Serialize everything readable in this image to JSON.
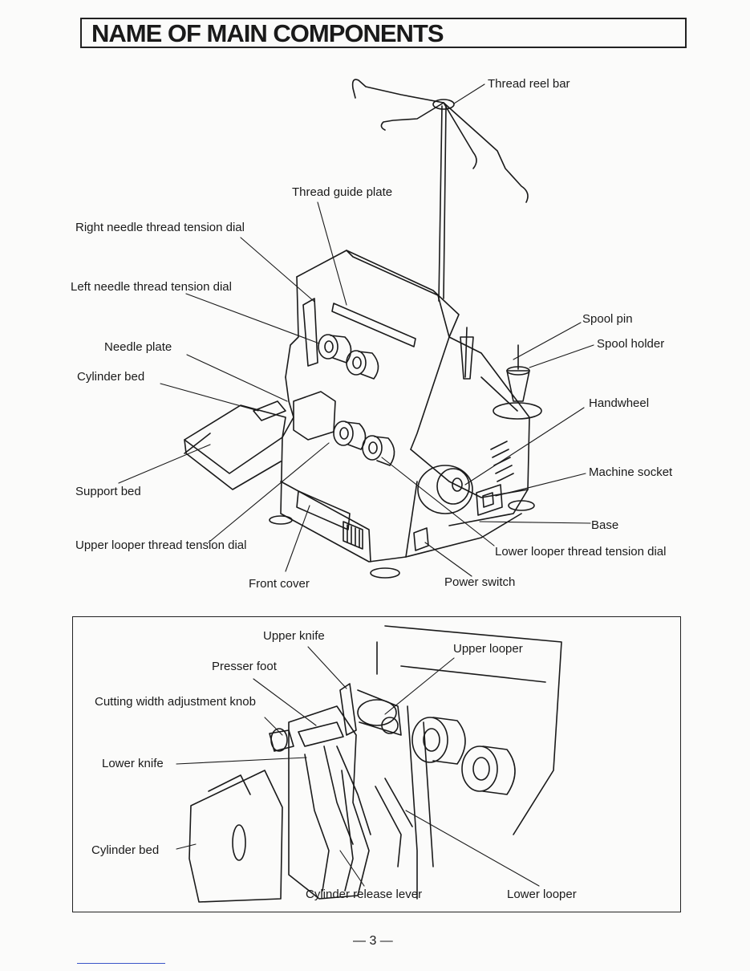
{
  "page": {
    "title": "NAME OF MAIN COMPONENTS",
    "page_number": "— 3 —"
  },
  "overview_labels": {
    "thread_reel_bar": "Thread reel bar",
    "thread_guide_plate": "Thread guide plate",
    "right_needle_dial": "Right needle thread tension dial",
    "left_needle_dial": "Left needle thread tension dial",
    "needle_plate": "Needle plate",
    "cylinder_bed": "Cylinder bed",
    "support_bed": "Support bed",
    "upper_looper_dial": "Upper looper thread tension dial",
    "front_cover": "Front cover",
    "power_switch": "Power switch",
    "lower_looper_dial": "Lower looper thread tension dial",
    "base": "Base",
    "machine_socket": "Machine socket",
    "handwheel": "Handwheel",
    "spool_holder": "Spool holder",
    "spool_pin": "Spool pin"
  },
  "detail_labels": {
    "upper_knife": "Upper knife",
    "upper_looper": "Upper looper",
    "presser_foot": "Presser foot",
    "cutting_width_knob": "Cutting width adjustment knob",
    "lower_knife": "Lower knife",
    "cylinder_bed": "Cylinder bed",
    "cylinder_release_lever": "Cylinder release lever",
    "lower_looper": "Lower looper"
  }
}
